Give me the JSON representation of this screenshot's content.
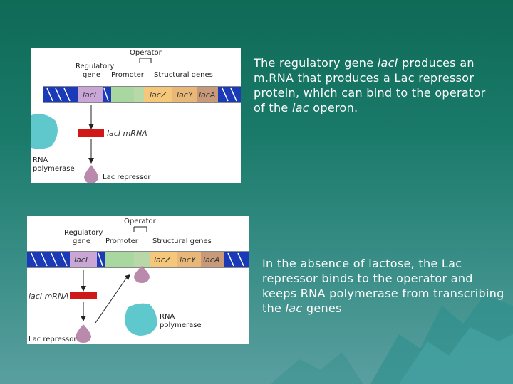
{
  "text1": {
    "part1": "The regulatory gene ",
    "gene": "lacI",
    "part2": " produces an m.RNA that produces a Lac repressor protein, which can bind to the operator of the ",
    "lac": "lac",
    "part3": " operon."
  },
  "text2": {
    "part1": "In the absence of lactose, the Lac repressor binds to the operator and keeps RNA polymerase from transcribing the ",
    "lac": "lac",
    "part2": " genes"
  },
  "diagram1": {
    "operator": "Operator",
    "regulatory_line1": "Regulatory",
    "regulatory_line2": "gene",
    "promoter": "Promoter",
    "structural": "Structural genes",
    "lacI": "lacI",
    "lacZ": "lacZ",
    "lacY": "lacY",
    "lacA": "lacA",
    "mrna": "lacI mRNA",
    "rnap_line1": "RNA",
    "rnap_line2": "polymerase",
    "repressor": "Lac repressor"
  },
  "diagram2": {
    "operator": "Operator",
    "regulatory_line1": "Regulatory",
    "regulatory_line2": "gene",
    "promoter": "Promoter",
    "structural": "Structural genes",
    "lacI": "lacI",
    "lacZ": "lacZ",
    "lacY": "lacY",
    "lacA": "lacA",
    "mrna": "lacI mRNA",
    "rnap_line1": "RNA",
    "rnap_line2": "polymerase",
    "repressor": "Lac repressor"
  },
  "colors": {
    "background": "#1a7a6a",
    "lacI": "#c9a6d6",
    "promoter": "#a8d8a0",
    "lacZ": "#f5c77a",
    "lacY": "#e9b878",
    "lacA": "#c89a7a",
    "dna_flank": "#1a3ab8",
    "mrna": "#d01818",
    "repressor": "#b98aab",
    "rna_polymerase": "#5ec8cc"
  }
}
